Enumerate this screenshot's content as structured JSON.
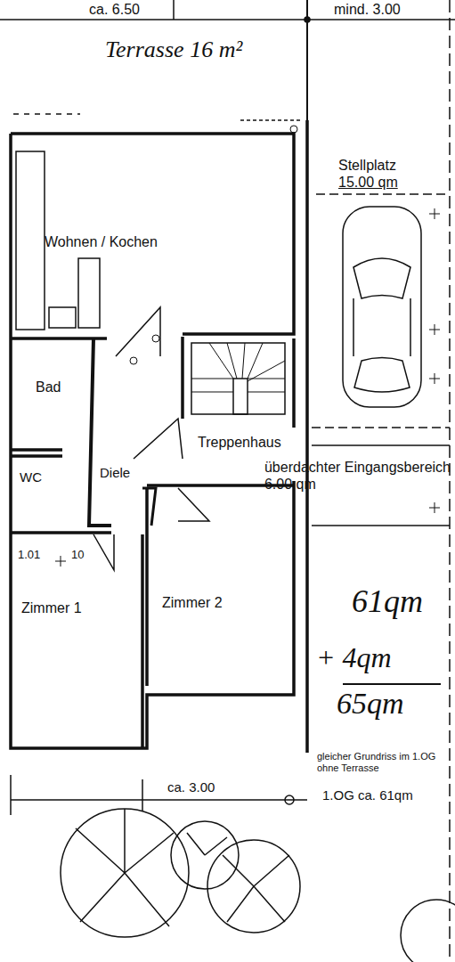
{
  "diagram": {
    "nodes": [
      {
        "text": [
          "Terrasse 16 m²"
        ]
      },
      {
        "text": [
          "Wohnen / Kochen"
        ]
      },
      {
        "text": [
          "Bad"
        ]
      },
      {
        "text": [
          "Treppenhaus"
        ]
      },
      {
        "text": [
          "WC"
        ]
      },
      {
        "text": [
          "Diele"
        ]
      },
      {
        "text": [
          "Zimmer 1"
        ]
      },
      {
        "text": [
          "Zimmer 2"
        ]
      },
      {
        "text": [
          "Stellplatz",
          "15.00 qm"
        ]
      },
      {
        "text": [
          "überdachter Eingangsbereich",
          "6.00 qm"
        ]
      }
    ],
    "edges": [],
    "labels": [
      "ca. 6.50",
      "mind. 3.00",
      "1.01",
      "10",
      "ca. 3.00",
      "61qm",
      "+ 4qm",
      "65qm",
      "gleicher Grundriss im 1.OG ohne Terrasse",
      "1.OG ca. 61qm"
    ]
  }
}
